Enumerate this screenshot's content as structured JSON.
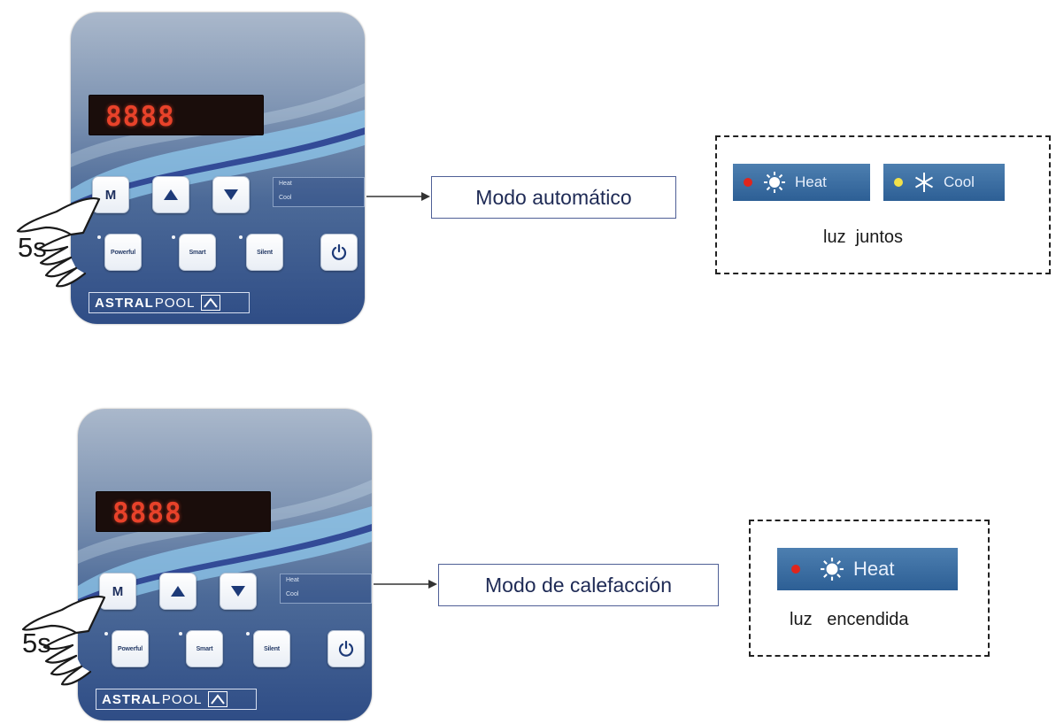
{
  "panels": [
    {
      "display": "8888",
      "buttons": {
        "mode": "M",
        "powerful": "Powerful",
        "smart": "Smart",
        "silent": "Silent"
      },
      "indicators": {
        "heat": "Heat",
        "cool": "Cool"
      },
      "brand": {
        "bold": "ASTRAL",
        "light": "POOL"
      },
      "hold_time": "5s"
    },
    {
      "display": "8888",
      "buttons": {
        "mode": "M",
        "powerful": "Powerful",
        "smart": "Smart",
        "silent": "Silent"
      },
      "indicators": {
        "heat": "Heat",
        "cool": "Cool"
      },
      "brand": {
        "bold": "ASTRAL",
        "light": "POOL"
      },
      "hold_time": "5s"
    }
  ],
  "modes": [
    {
      "label": "Modo automático"
    },
    {
      "label": "Modo de calefacción"
    }
  ],
  "legends": [
    {
      "chips": [
        {
          "label": "Heat",
          "indicator_color": "#e0251c",
          "icon": "sun-icon"
        },
        {
          "label": "Cool",
          "indicator_color": "#f2e14a",
          "icon": "snowflake-icon"
        }
      ],
      "caption": "luz  juntos"
    },
    {
      "chips": [
        {
          "label": "Heat",
          "indicator_color": "#e0251c",
          "icon": "sun-icon"
        }
      ],
      "caption": "luz   encendida"
    }
  ],
  "colors": {
    "display_digits": "#e8422a",
    "frame": "#4f5f96"
  }
}
